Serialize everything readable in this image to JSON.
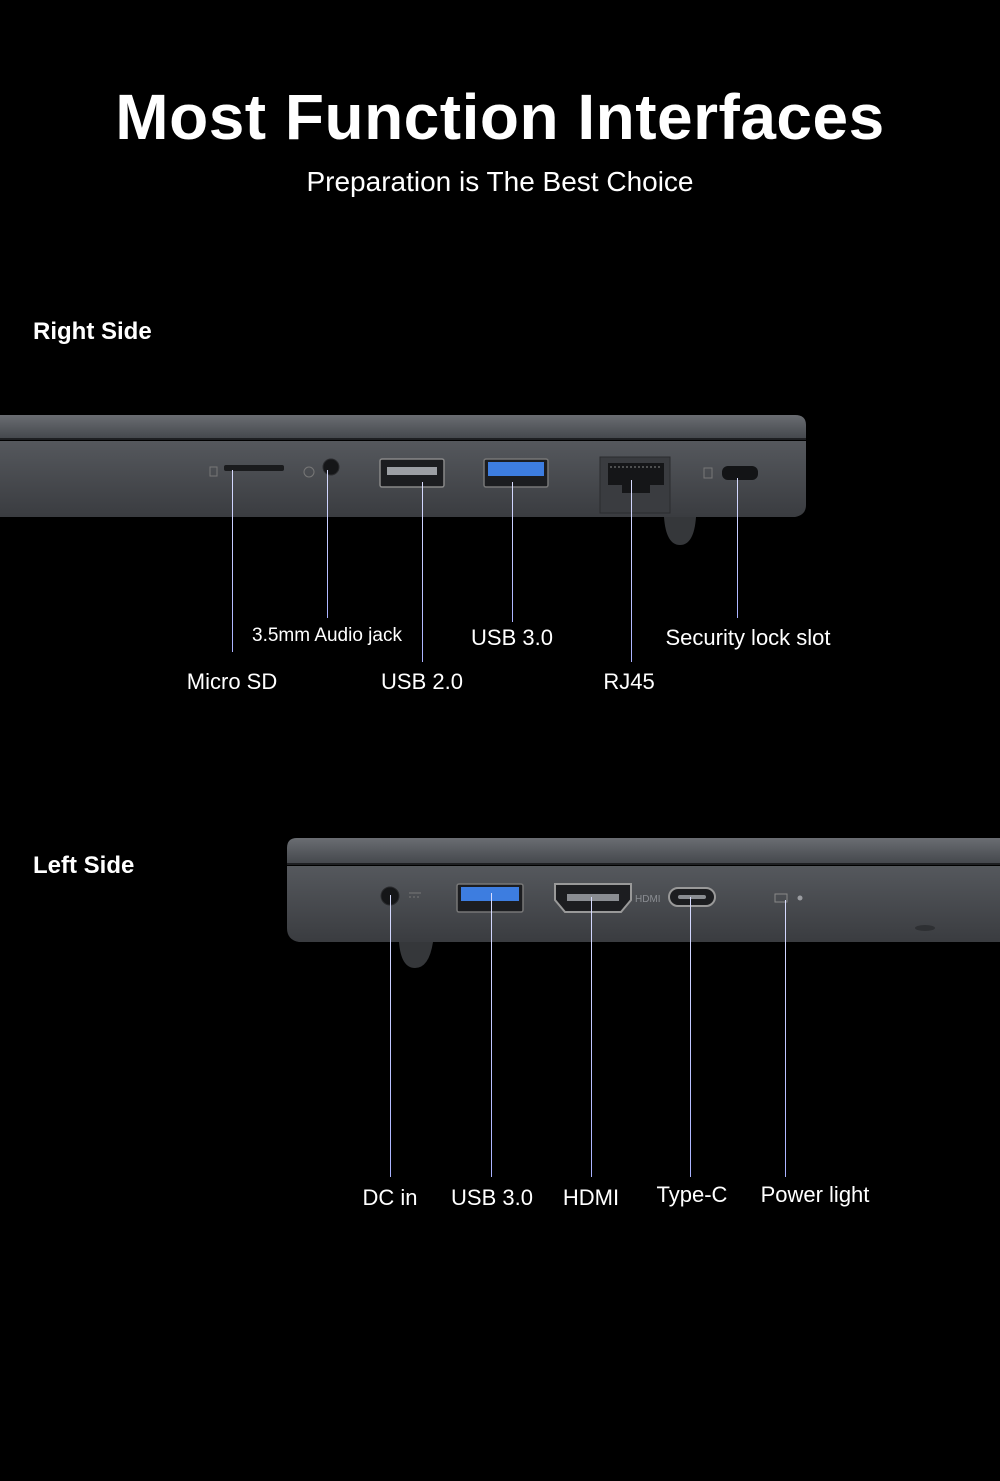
{
  "header": {
    "title": "Most Function Interfaces",
    "subtitle": "Preparation is The Best Choice"
  },
  "right_side": {
    "label": "Right Side",
    "ports": [
      {
        "name": "Micro SD",
        "icon": "micro-sd-slot-icon"
      },
      {
        "name": "3.5mm Audio jack",
        "icon": "audio-jack-icon"
      },
      {
        "name": "USB 2.0",
        "icon": "usb-port-icon"
      },
      {
        "name": "USB 3.0",
        "icon": "usb-port-blue-icon"
      },
      {
        "name": "RJ45",
        "icon": "ethernet-port-icon"
      },
      {
        "name": "Security lock slot",
        "icon": "lock-slot-icon"
      }
    ]
  },
  "left_side": {
    "label": "Left Side",
    "ports": [
      {
        "name": "DC in",
        "icon": "dc-jack-icon"
      },
      {
        "name": "USB 3.0",
        "icon": "usb-port-blue-icon"
      },
      {
        "name": "HDMI",
        "icon": "hdmi-port-icon"
      },
      {
        "name": "Type-C",
        "icon": "usb-c-port-icon"
      },
      {
        "name": "Power light",
        "icon": "led-indicator-icon"
      }
    ],
    "port_printing": {
      "hdmi": "HDMI"
    }
  },
  "colors": {
    "background": "#000000",
    "chassis": "#4a4d52",
    "usb3_blue": "#3d7de0",
    "leader_line": "#b8c0ff"
  }
}
